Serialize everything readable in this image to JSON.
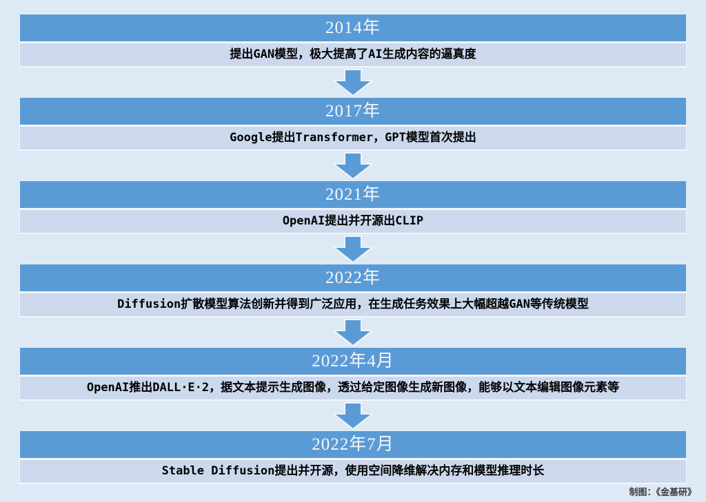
{
  "page": {
    "background_color": "#dde9f5",
    "accent_color": "#5b9bd5",
    "light_bar_color": "#ccd8ec",
    "arrow_icon": "block-down-arrow"
  },
  "timeline": {
    "items": [
      {
        "year": "2014年",
        "description": "提出GAN模型，极大提高了AI生成内容的逼真度"
      },
      {
        "year": "2017年",
        "description": "Google提出Transformer，GPT模型首次提出"
      },
      {
        "year": "2021年",
        "description": "OpenAI提出并开源出CLIP"
      },
      {
        "year": "2022年",
        "description": "Diffusion扩散模型算法创新并得到广泛应用，在生成任务效果上大幅超越GAN等传统模型"
      },
      {
        "year": "2022年4月",
        "description": "OpenAI推出DALL·E·2，据文本提示生成图像，透过给定图像生成新图像，能够以文本编辑图像元素等"
      },
      {
        "year": "2022年7月",
        "description": "Stable Diffusion提出并开源，使用空间降维解决内存和模型推理时长"
      }
    ]
  },
  "footer": {
    "credit": "制图：《金基研》"
  }
}
